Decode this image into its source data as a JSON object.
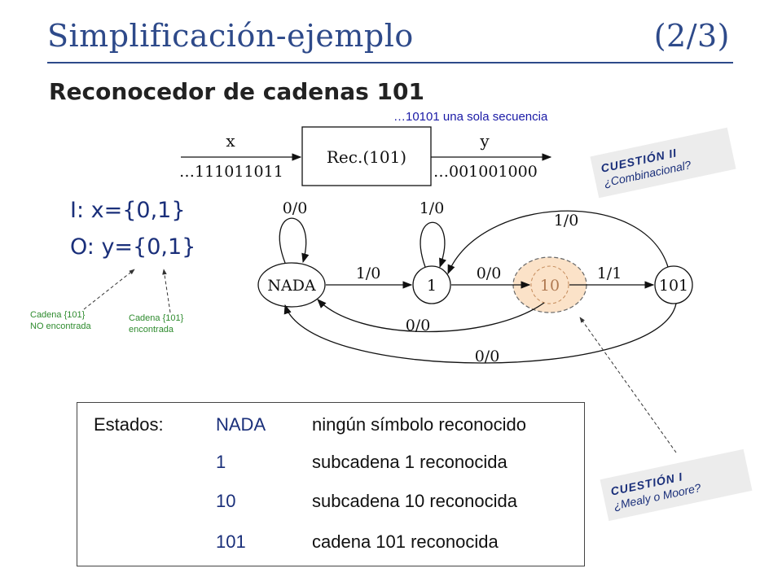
{
  "slide": {
    "title": "Simplificación-ejemplo",
    "title_part": "(2/3)",
    "subtitle": "Reconocedor de cadenas 101",
    "note": "…10101 una sola secuencia"
  },
  "block": {
    "input_label": "x",
    "output_label": "y",
    "box_label": "Rec.(101)",
    "input_stream": "…111011011",
    "output_stream": "…001001000"
  },
  "io": {
    "input": "I: x={0,1}",
    "output": "O: y={0,1}"
  },
  "captions": {
    "not_found": [
      "Cadena {101}",
      "NO encontrada"
    ],
    "found": [
      "Cadena {101}",
      "encontrada"
    ]
  },
  "cards": {
    "q2": {
      "heading": "CUESTIÓN II",
      "text": "¿Combinacional?"
    },
    "q1": {
      "heading": "CUESTIÓN I",
      "text": "¿Mealy o Moore?"
    }
  },
  "fsm": {
    "states": [
      "NADA",
      "1",
      "10",
      "101"
    ],
    "highlight_state": "10",
    "highlight_color": "#fbe2c8",
    "transitions": [
      {
        "from": "NADA",
        "to": "NADA",
        "label": "0/0"
      },
      {
        "from": "NADA",
        "to": "1",
        "label": "1/0"
      },
      {
        "from": "1",
        "to": "1",
        "label": "1/0"
      },
      {
        "from": "1",
        "to": "10",
        "label": "0/0"
      },
      {
        "from": "10",
        "to": "101",
        "label": "1/1"
      },
      {
        "from": "101",
        "to": "1",
        "label": "1/0"
      },
      {
        "from": "10",
        "to": "NADA",
        "label": "0/0"
      },
      {
        "from": "101",
        "to": "NADA",
        "label": "0/0"
      }
    ]
  },
  "legend": {
    "header": "Estados:",
    "rows": [
      {
        "code": "NADA",
        "desc": "ningún símbolo reconocido"
      },
      {
        "code": "1",
        "desc": "subcadena 1 reconocida"
      },
      {
        "code": "10",
        "desc": "subcadena 10 reconocida"
      },
      {
        "code": "101",
        "desc": "cadena 101 reconocida"
      }
    ]
  },
  "colors": {
    "title": "#2e4a8a",
    "io_text": "#1a2f7a",
    "caption": "#2e8b2e",
    "note": "#1a1aa6"
  }
}
